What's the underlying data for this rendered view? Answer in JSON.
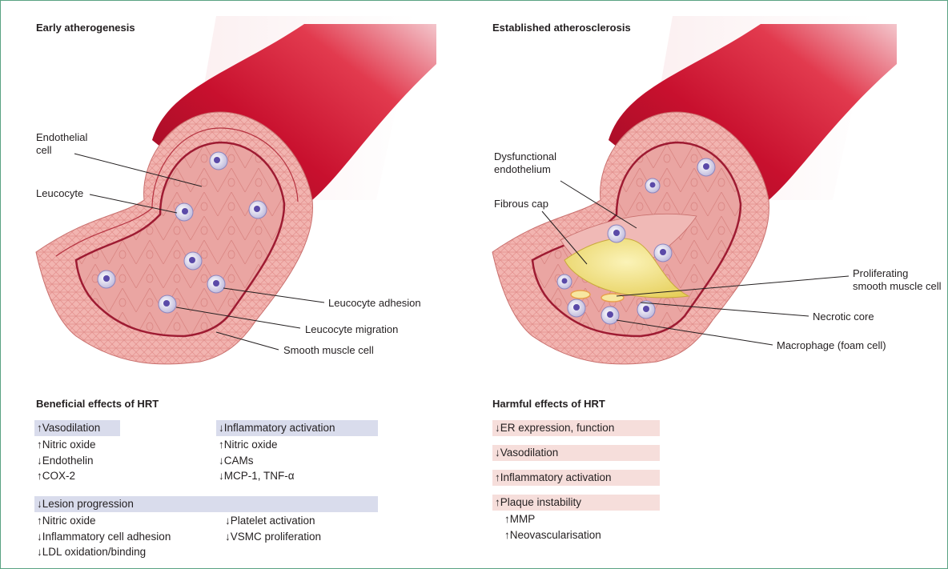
{
  "panels": {
    "left_title": "Early atherogenesis",
    "right_title": "Established atherosclerosis"
  },
  "left_labels": {
    "endothelial": "Endothelial",
    "endothelial_2": "cell",
    "leucocyte": "Leucocyte",
    "adhesion": "Leucocyte adhesion",
    "migration": "Leucocyte migration",
    "smooth_muscle": "Smooth muscle cell"
  },
  "right_labels": {
    "dysfunctional": "Dysfunctional",
    "dysfunctional_2": "endothelium",
    "fibrous_cap": "Fibrous cap",
    "proliferating": "Proliferating",
    "proliferating_2": "smooth muscle cell",
    "necrotic": "Necrotic core",
    "macrophage": "Macrophage (foam cell)"
  },
  "beneficial": {
    "title": "Beneficial effects of HRT",
    "vasodilation": {
      "header": "↑Vasodilation",
      "items": [
        "↑Nitric oxide",
        "↓Endothelin",
        "↑COX-2"
      ]
    },
    "inflammatory": {
      "header": "↓Inflammatory activation",
      "items": [
        "↑Nitric oxide",
        "↓CAMs",
        "↓MCP-1, TNF-α"
      ]
    },
    "lesion": {
      "header": "↓Lesion progression",
      "col1": [
        "↑Nitric oxide",
        "↓Inflammatory cell adhesion",
        "↓LDL oxidation/binding"
      ],
      "col2": [
        "↓Platelet activation",
        "↓VSMC proliferation"
      ]
    }
  },
  "harmful": {
    "title": "Harmful effects of HRT",
    "er": "↓ER expression, function",
    "vasodilation": "↓Vasodilation",
    "inflammatory": "↑Inflammatory activation",
    "plaque": "↑Plaque instability",
    "plaque_items": [
      "↑MMP",
      "↑Neovascularisation"
    ]
  },
  "colors": {
    "vessel_dark": "#c8102e",
    "vessel_wall": "#f2b4b0",
    "lumen": "#e9a09c",
    "elastic": "#9e1b32",
    "plaque": "#f3e58a",
    "blue_band": "#d9dcec",
    "pink_band": "#f6dedb",
    "cell": "#5b4aa8"
  }
}
